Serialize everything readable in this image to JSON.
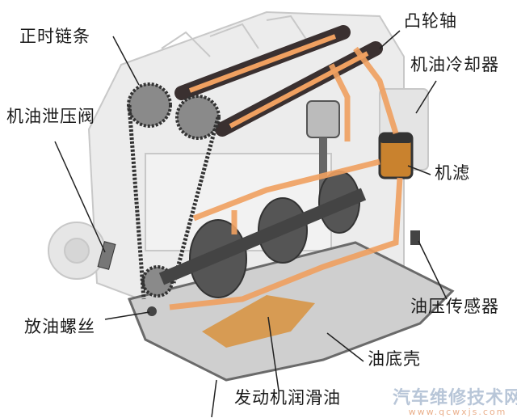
{
  "labels": {
    "timing_chain": "正时链条",
    "camshaft": "凸轮轴",
    "oil_cooler": "机油冷却器",
    "relief_valve": "机油泄压阀",
    "oil_filter": "机滤",
    "pressure_sensor": "油压传感器",
    "drain_plug": "放油螺丝",
    "oil_pan": "油底壳",
    "engine_oil": "发动机润滑油"
  },
  "watermark": {
    "name": "汽车维修技术网",
    "url": "www.qcwxjs.com"
  },
  "colors": {
    "oil_flow": "#f0a060",
    "oil_pool": "#d98a2a",
    "metal": "#555555",
    "block": "#d8d8d8"
  }
}
